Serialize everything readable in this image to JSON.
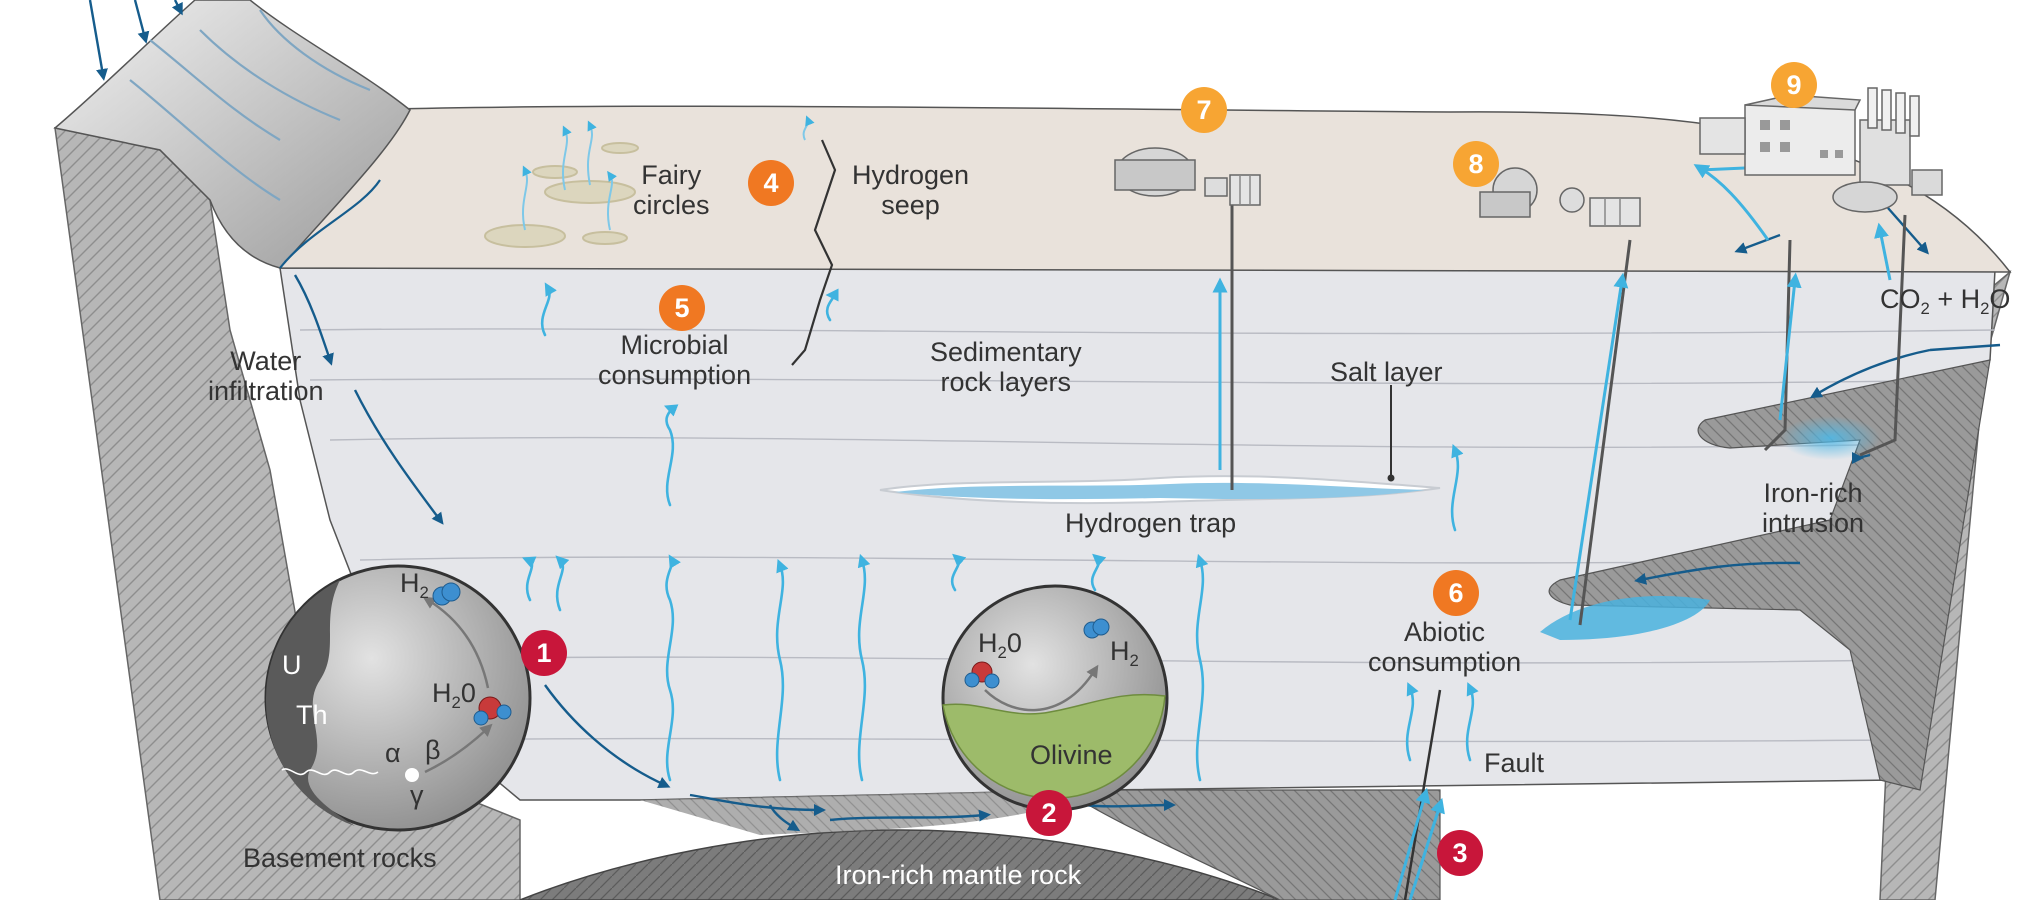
{
  "colors": {
    "badge_orange": "#F7A533",
    "badge_deep_orange": "#F07822",
    "badge_red": "#C8163A",
    "hydrogen_blue": "#3FB3E0",
    "water_arrow": "#155C8C",
    "olivine_green": "#9DBB6A",
    "surface": "#E8E0D8",
    "sediment": "#E7E8EC",
    "basement": "#A8A8A8"
  },
  "labels": {
    "water_infiltration": "Water\ninfiltration",
    "fairy_circles": "Fairy\ncircles",
    "hydrogen_seep": "Hydrogen\nseep",
    "microbial_consumption": "Microbial\nconsumption",
    "sedimentary_rock_layers": "Sedimentary\nrock layers",
    "salt_layer": "Salt layer",
    "hydrogen_trap": "Hydrogen trap",
    "co2_h2o": {
      "a": "CO",
      "a_sub": "2",
      "b": " + H",
      "b_sub": "2",
      "c": "O"
    },
    "iron_rich_intrusion": "Iron-rich\nintrusion",
    "abiotic_consumption": "Abiotic\nconsumption",
    "fault": "Fault",
    "basement_rocks": "Basement rocks",
    "iron_rich_mantle_rock": "Iron-rich mantle rock",
    "olivine": "Olivine",
    "uranium": "U",
    "thorium": "Th",
    "alpha": "α",
    "beta": "β",
    "gamma": "γ",
    "h2": {
      "main": "H",
      "sub": "2"
    },
    "h2o": {
      "main": "H",
      "sub": "2",
      "tail": "0"
    }
  },
  "badges": [
    {
      "id": "1",
      "label": "1",
      "color": "#C8163A"
    },
    {
      "id": "2",
      "label": "2",
      "color": "#C8163A"
    },
    {
      "id": "3",
      "label": "3",
      "color": "#C8163A"
    },
    {
      "id": "4",
      "label": "4",
      "color": "#F07822"
    },
    {
      "id": "5",
      "label": "5",
      "color": "#F07822"
    },
    {
      "id": "6",
      "label": "6",
      "color": "#F07822"
    },
    {
      "id": "7",
      "label": "7",
      "color": "#F7A533"
    },
    {
      "id": "8",
      "label": "8",
      "color": "#F7A533"
    },
    {
      "id": "9",
      "label": "9",
      "color": "#F7A533"
    }
  ]
}
